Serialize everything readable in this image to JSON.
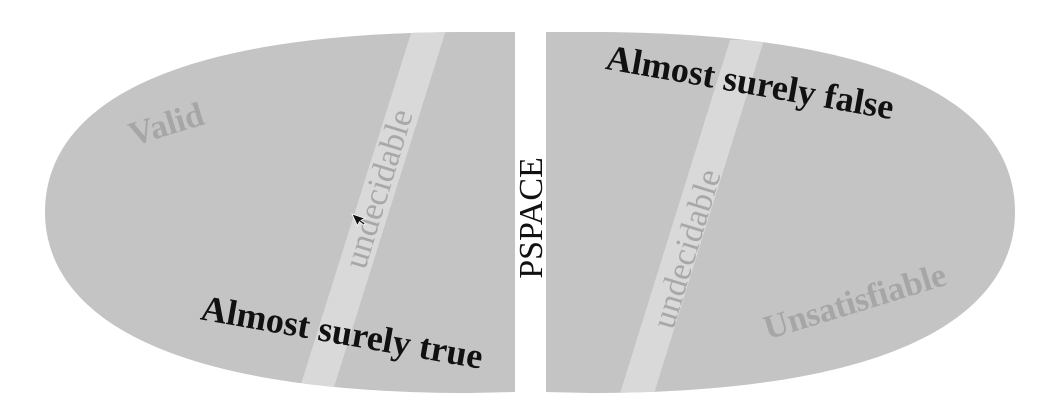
{
  "colors": {
    "background": "#ffffff",
    "region_fill": "#c4c4c4",
    "band_fill": "#d9d9d9",
    "gray_text": "#a6a6a6",
    "undecidable_text": "#a8a8a8",
    "dark_text": "#111111"
  },
  "left_region": {
    "top_label": "Valid",
    "band_label": "undecidable",
    "bottom_label": "Almost surely true"
  },
  "right_region": {
    "top_label": "Almost surely false",
    "band_label": "undecidable",
    "bottom_label": "Unsatisfiable"
  },
  "center_label": "PSPACE",
  "icons": [
    "mouse-cursor-icon"
  ]
}
